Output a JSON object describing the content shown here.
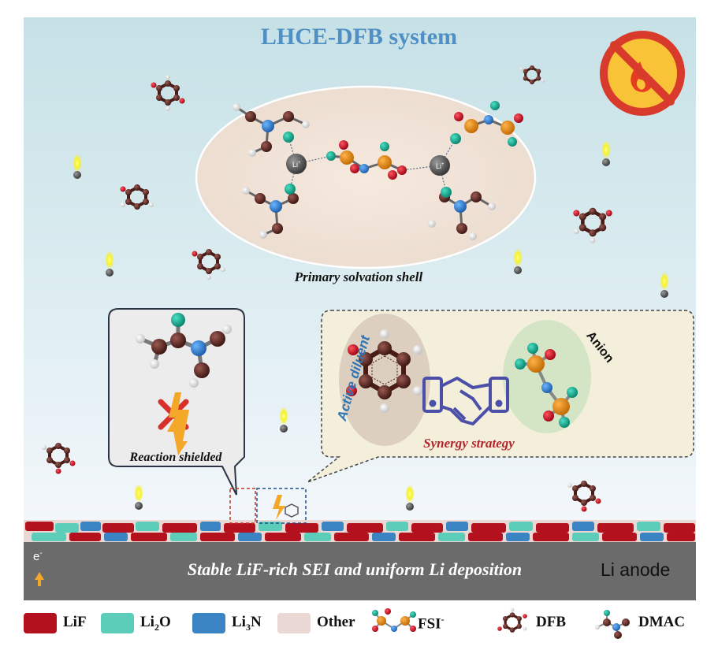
{
  "title": "LHCE-DFB system",
  "labels": {
    "primary_shell": "Primary solvation shell",
    "reaction_shielded": "Reaction shielded",
    "active_diluent": "Active diluent",
    "anion": "Anion",
    "synergy": "Synergy strategy",
    "sei": "Stable LiF-rich SEI and uniform Li deposition",
    "anode": "Li anode",
    "electron": "e",
    "electron_sup": "-",
    "li_ion": "Li",
    "li_ion_sup": "+"
  },
  "legend": {
    "lif": "LiF",
    "li2o_main": "Li",
    "li2o_sub": "2",
    "li2o_end": "O",
    "li3n_main": "Li",
    "li3n_sub": "3",
    "li3n_end": "N",
    "other": "Other",
    "fsi": "FSI",
    "fsi_sup": "-",
    "dfb": "DFB",
    "dmac": "DMAC"
  },
  "colors": {
    "lif": "#b3111d",
    "li2o": "#5ccdb9",
    "li3n": "#3a84c4",
    "other": "#ead8d4",
    "title": "#4f8fc4",
    "synergy": "#b3252a",
    "active": "#2f74b5",
    "anode": "#6b6b6b"
  }
}
